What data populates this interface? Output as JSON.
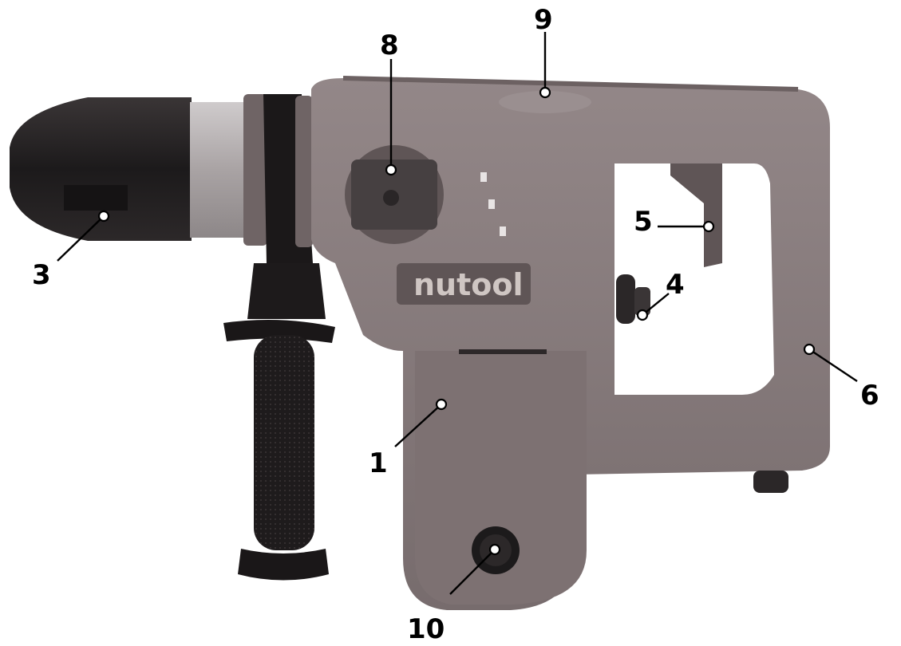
{
  "brand": {
    "logo_text": "nutool"
  },
  "callouts": [
    {
      "id": "1",
      "label": "1"
    },
    {
      "id": "3",
      "label": "3"
    },
    {
      "id": "4",
      "label": "4"
    },
    {
      "id": "5",
      "label": "5"
    },
    {
      "id": "6",
      "label": "6"
    },
    {
      "id": "8",
      "label": "8"
    },
    {
      "id": "9",
      "label": "9"
    },
    {
      "id": "10",
      "label": "10"
    }
  ],
  "colors": {
    "body": "#85797a",
    "body_dark": "#6e6364",
    "rubber": "#1f1c1d",
    "collar": "#b7b2b3"
  }
}
